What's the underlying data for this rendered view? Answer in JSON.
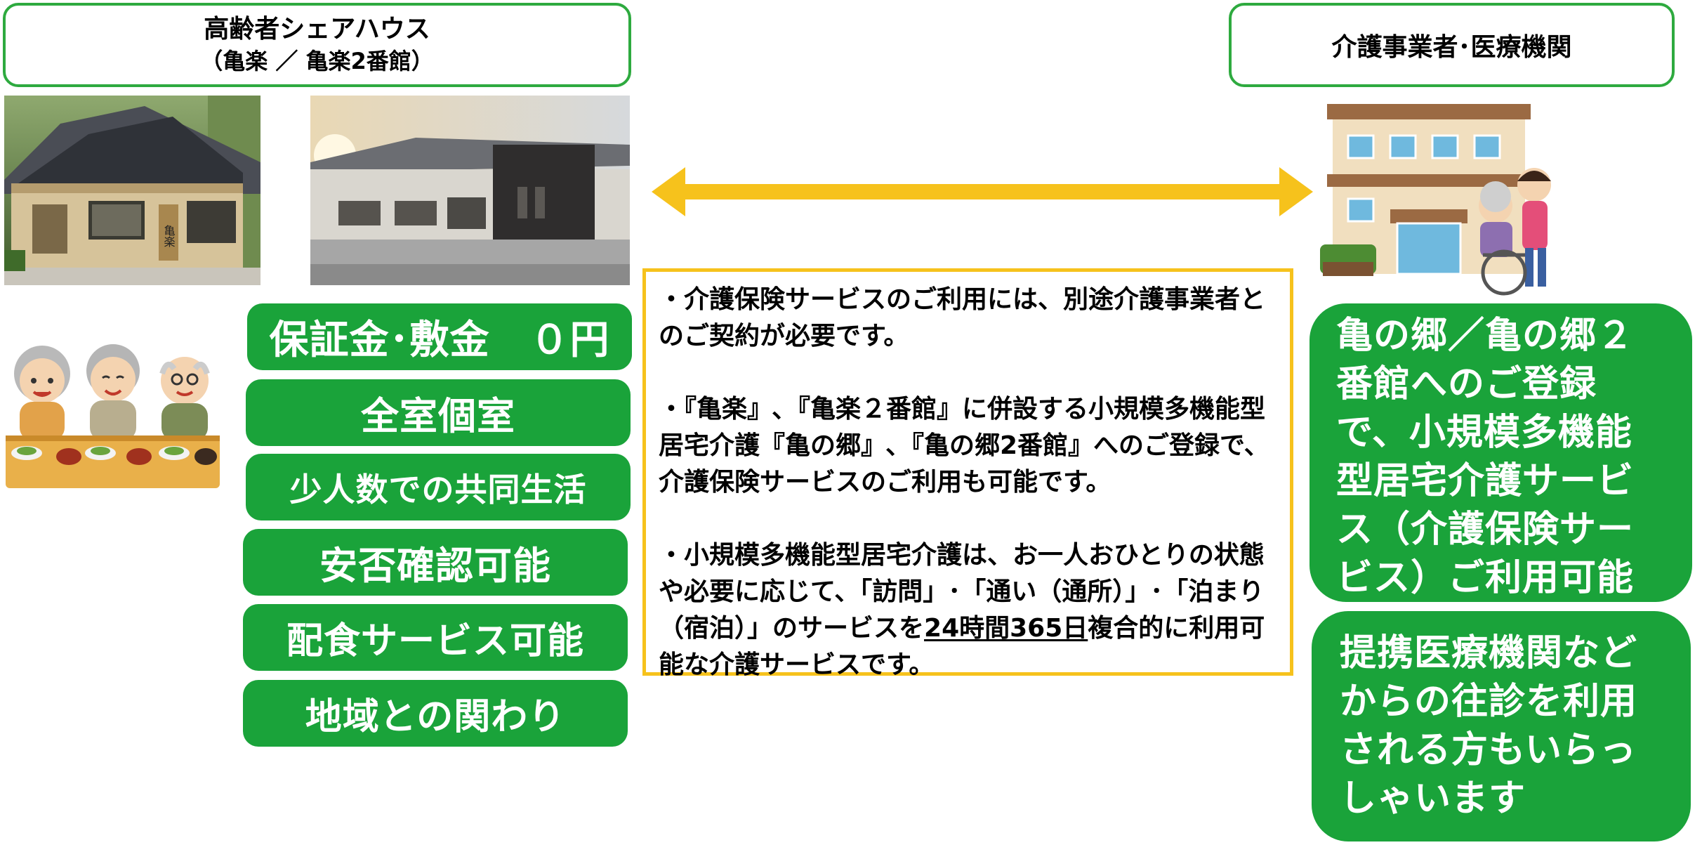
{
  "left_header": {
    "title": "高齢者シェアハウス",
    "subtitle": "（亀楽 ／ 亀楽2番館）"
  },
  "right_header": {
    "title": "介護事業者･医療機関"
  },
  "house_sign": "亀楽",
  "features": [
    "保証金･敷金　０円",
    "全室個室",
    "少人数での共同生活",
    "安否確認可能",
    "配食サービス可能",
    "地域との関わり"
  ],
  "info": {
    "p1": "・介護保険サービスのご利用には、別途介護事業者とのご契約が必要です。",
    "p2": "・『亀楽』､『亀楽２番館』に併設する小規模多機能型居宅介護『亀の郷』､『亀の郷2番館』へのご登録で、介護保険サービスのご利用も可能です。",
    "p3_before": "・小規模多機能型居宅介護は、お一人おひとりの状態や必要に応じて、「訪問」･「通い（通所）」･「泊まり（宿泊）」のサービスを",
    "p3_underline": "24時間365日",
    "p3_after": "複合的に利用可能な介護サービスです。"
  },
  "right_boxes": [
    "亀の郷／亀の郷２番館へのご登録で、小規模多機能型居宅介護サービス（介護保険サービス）ご利用可能",
    "提携医療機関などからの往診を利用される方もいらっしゃいます"
  ],
  "colors": {
    "green": "#1aa33a",
    "border_green": "#2eaa3f",
    "yellow": "#f6c21c"
  }
}
